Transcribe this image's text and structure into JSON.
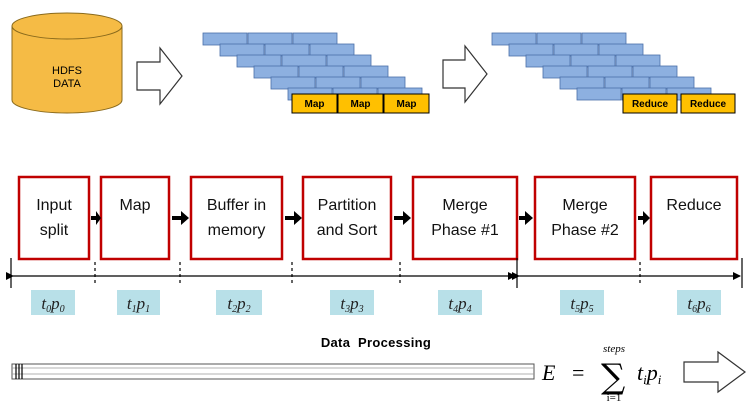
{
  "hdfs": {
    "label_line1": "HDFS",
    "label_line2": "DATA"
  },
  "map_tasks": [
    "Map",
    "Map",
    "Map"
  ],
  "reduce_tasks": [
    "Reduce",
    "Reduce"
  ],
  "stages": [
    {
      "line1": "Input",
      "line2": "split"
    },
    {
      "line1": "Map",
      "line2": ""
    },
    {
      "line1": "Buffer in",
      "line2": "memory"
    },
    {
      "line1": "Partition",
      "line2": "and Sort"
    },
    {
      "line1": "Merge",
      "line2": "Phase #1"
    },
    {
      "line1": "Merge",
      "line2": "Phase #2"
    },
    {
      "line1": "Reduce",
      "line2": ""
    }
  ],
  "stage_params": [
    {
      "t": "t",
      "ts": "0",
      "p": "p",
      "ps": "0"
    },
    {
      "t": "t",
      "ts": "1",
      "p": "p",
      "ps": "1"
    },
    {
      "t": "t",
      "ts": "2",
      "p": "p",
      "ps": "2"
    },
    {
      "t": "t",
      "ts": "3",
      "p": "p",
      "ps": "3"
    },
    {
      "t": "t",
      "ts": "4",
      "p": "p",
      "ps": "4"
    },
    {
      "t": "t",
      "ts": "5",
      "p": "p",
      "ps": "5"
    },
    {
      "t": "t",
      "ts": "6",
      "p": "p",
      "ps": "6"
    }
  ],
  "title": "Data  Processing",
  "equation": {
    "lhs": "E",
    "equals": "=",
    "sigma": "∑",
    "upper": "steps",
    "lower": "i=1",
    "term_t": "t",
    "term_ts": "i",
    "term_p": "p",
    "term_ps": "i"
  },
  "colors": {
    "cylinder": "#F5BB45",
    "cylinder_stroke": "#8a6a1c",
    "block_fill": "#8DB0E0",
    "block_stroke": "#4A6FA8",
    "task_fill": "#FFC000",
    "stage_border": "#C00000",
    "param_bg": "#B8E0E8"
  }
}
